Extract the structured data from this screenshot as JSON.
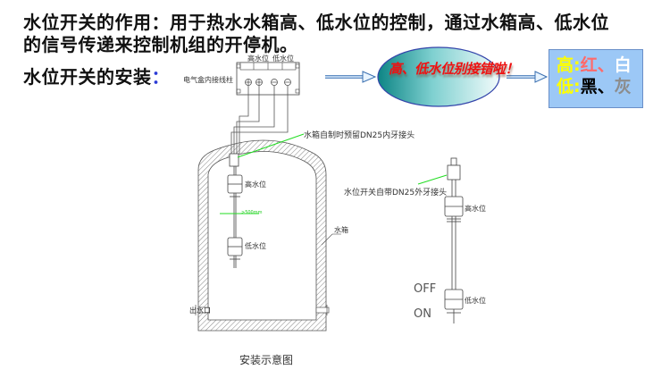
{
  "heading": {
    "line1": "水位开关的作用：用于热水水箱高、低水位的控制，通过水箱高、低水位",
    "line2": "的信号传递来控制机组的开停机。",
    "install_label": "水位开关的安装",
    "install_colon": "："
  },
  "terminal": {
    "label": "电气盒内接线柱",
    "high_level": "高水位",
    "low_level": "低水位"
  },
  "callout": {
    "text": "高、低水位别接错啦！"
  },
  "wire_legend": {
    "high_label": "高",
    "low_label": "低",
    "colon": ":",
    "high_colors": [
      "红",
      "白"
    ],
    "low_colors": [
      "黑",
      "灰"
    ],
    "separator": "、"
  },
  "tank_diagram": {
    "fitting_note": "水箱自制时预留DN25内牙接头",
    "high_float": "高水位",
    "low_float": "低水位",
    "distance_note": ">500mm",
    "tank_label": "水箱",
    "outlet_label": "出水口",
    "caption": "安装示意图"
  },
  "switch_diagram": {
    "fitting_note": "水位开关自带DN25外牙接头",
    "high_float": "高水位",
    "low_float": "低水位",
    "off_label": "OFF",
    "on_label": "ON"
  },
  "colors": {
    "ellipse_dark": "#0e8a8a",
    "ellipse_light": "#e8f8f8",
    "legend_bg": "#9cc8f6",
    "callout_text": "#ee1111",
    "leader_line": "#22dd22"
  }
}
